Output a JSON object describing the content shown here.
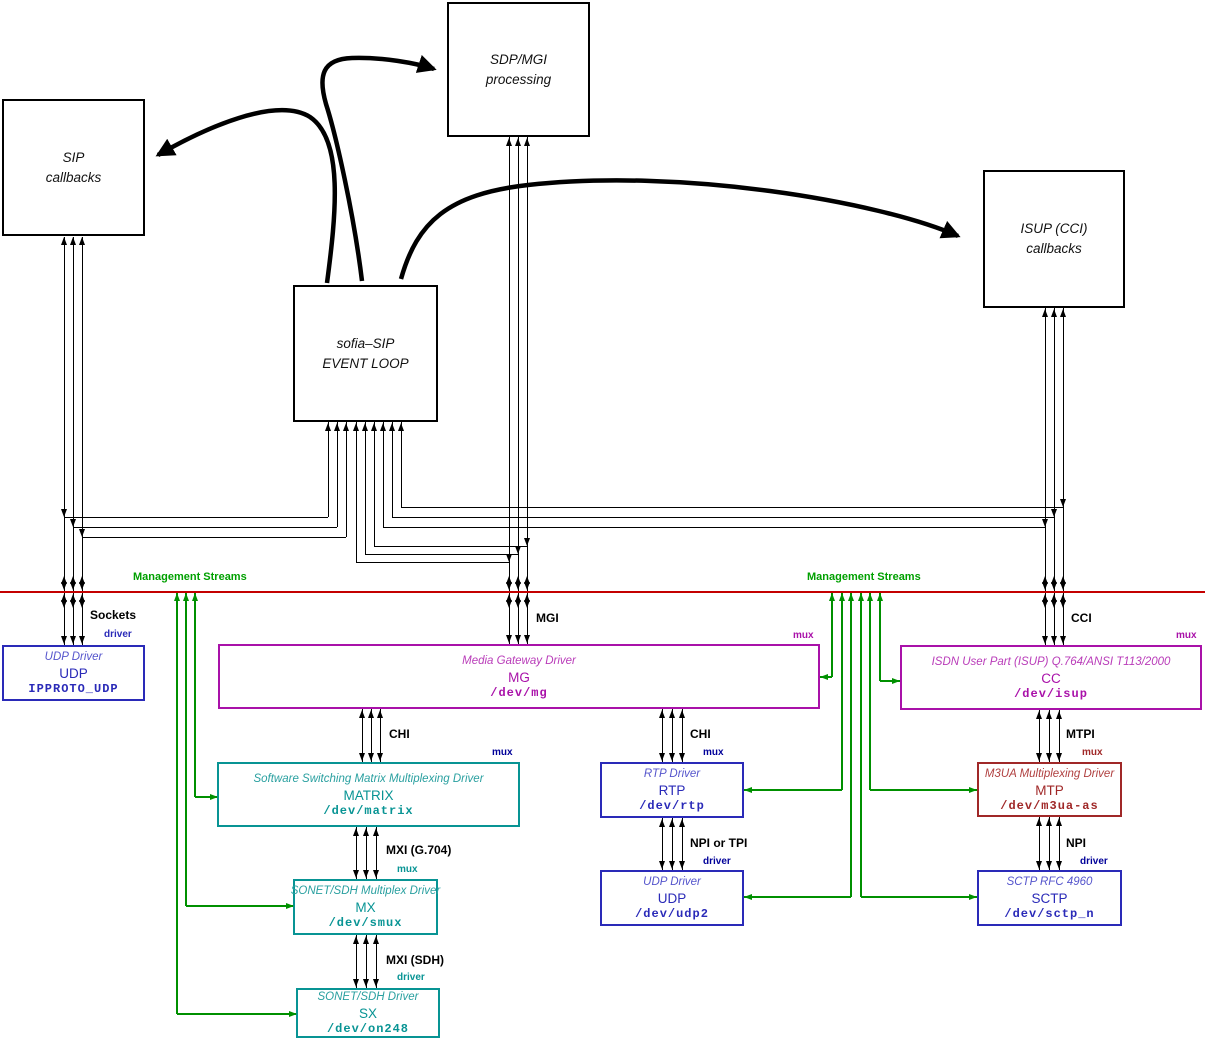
{
  "nodes": {
    "sip": {
      "line1": "SIP",
      "line2": "callbacks"
    },
    "sdp": {
      "line1": "SDP/MGI",
      "line2": "processing"
    },
    "isup": {
      "line1": "ISUP (CCI)",
      "line2": "callbacks"
    },
    "event_loop": {
      "line1": "sofia–SIP",
      "line2": "EVENT LOOP"
    },
    "udp_left": {
      "title": "UDP Driver",
      "name": "UDP",
      "device": "IPPROTO_UDP"
    },
    "mg": {
      "title": "Media Gateway Driver",
      "name": "MG",
      "device": "/dev/mg"
    },
    "cc": {
      "title": "ISDN User Part (ISUP) Q.764/ANSI T113/2000",
      "name": "CC",
      "device": "/dev/isup"
    },
    "matrix": {
      "title": "Software Switching Matrix Multiplexing Driver",
      "name": "MATRIX",
      "device": "/dev/matrix"
    },
    "rtp": {
      "title": "RTP Driver",
      "name": "RTP",
      "device": "/dev/rtp"
    },
    "mtp": {
      "title": "M3UA Multiplexing Driver",
      "name": "MTP",
      "device": "/dev/m3ua-as"
    },
    "mx": {
      "title": "SONET/SDH Multiplex Driver",
      "name": "MX",
      "device": "/dev/smux"
    },
    "udp2": {
      "title": "UDP Driver",
      "name": "UDP",
      "device": "/dev/udp2"
    },
    "sctp": {
      "title": "SCTP RFC 4960",
      "name": "SCTP",
      "device": "/dev/sctp_n"
    },
    "sx": {
      "title": "SONET/SDH Driver",
      "name": "SX",
      "device": "/dev/on248"
    }
  },
  "labels": {
    "management_streams": "Management Streams",
    "sockets": "Sockets",
    "driver": "driver",
    "mux": "mux",
    "mgi": "MGI",
    "cci": "CCI",
    "chi": "CHI",
    "mtpi": "MTPI",
    "npi": "NPI",
    "npi_or_tpi": "NPI or TPI",
    "mxi_g704": "MXI (G.704)",
    "mxi_sdh": "MXI (SDH)"
  },
  "colors": {
    "kernel_boundary_line": "#c40000",
    "management_streams": "#009000",
    "magenta_driver": "#a911a9",
    "teal_driver": "#089494",
    "blue_driver": "#2a2ab8",
    "dark_red_driver": "#a02828",
    "label_navy": "#000099",
    "line_black": "#000000"
  }
}
